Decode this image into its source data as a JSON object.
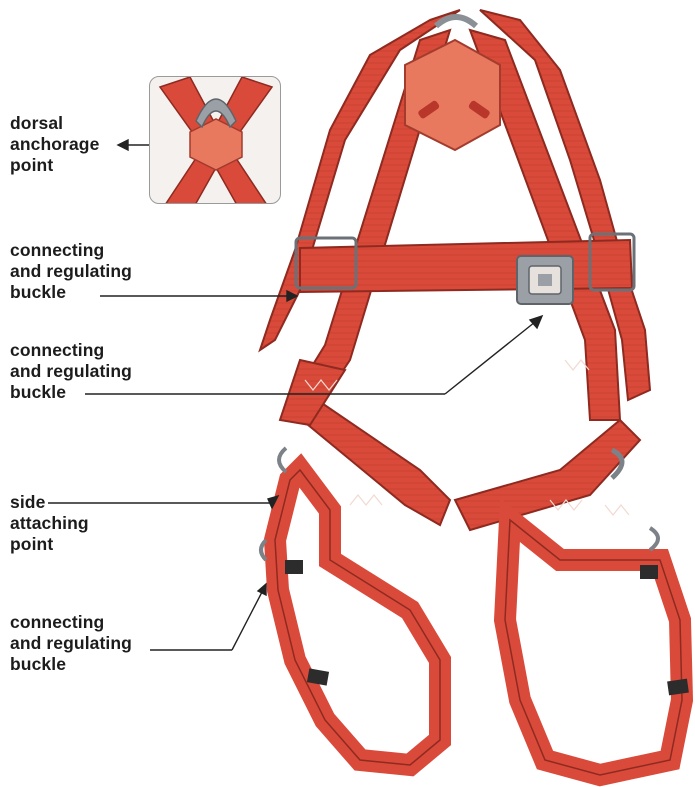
{
  "colors": {
    "strap": "#d94a3a",
    "strap_dark": "#b8372a",
    "strap_edge": "#8e2a20",
    "stitch": "#f3d9d2",
    "pad": "#e8795f",
    "metal": "#9aa0a6",
    "metal_dark": "#5f646a",
    "text": "#1c1c1c",
    "line": "#222222"
  },
  "labels": {
    "dorsal": [
      "dorsal",
      "anchorage",
      "point"
    ],
    "buckle_top": [
      "connecting",
      "and regulating",
      "buckle"
    ],
    "buckle_mid": [
      "connecting",
      "and regulating",
      "buckle"
    ],
    "side": [
      "side",
      "attaching",
      "point"
    ],
    "buckle_bottom": [
      "connecting",
      "and regulating",
      "buckle"
    ]
  },
  "icons": {
    "arrow": "arrow-head-icon",
    "d_ring": "d-ring-icon",
    "buckle": "buckle-icon"
  }
}
